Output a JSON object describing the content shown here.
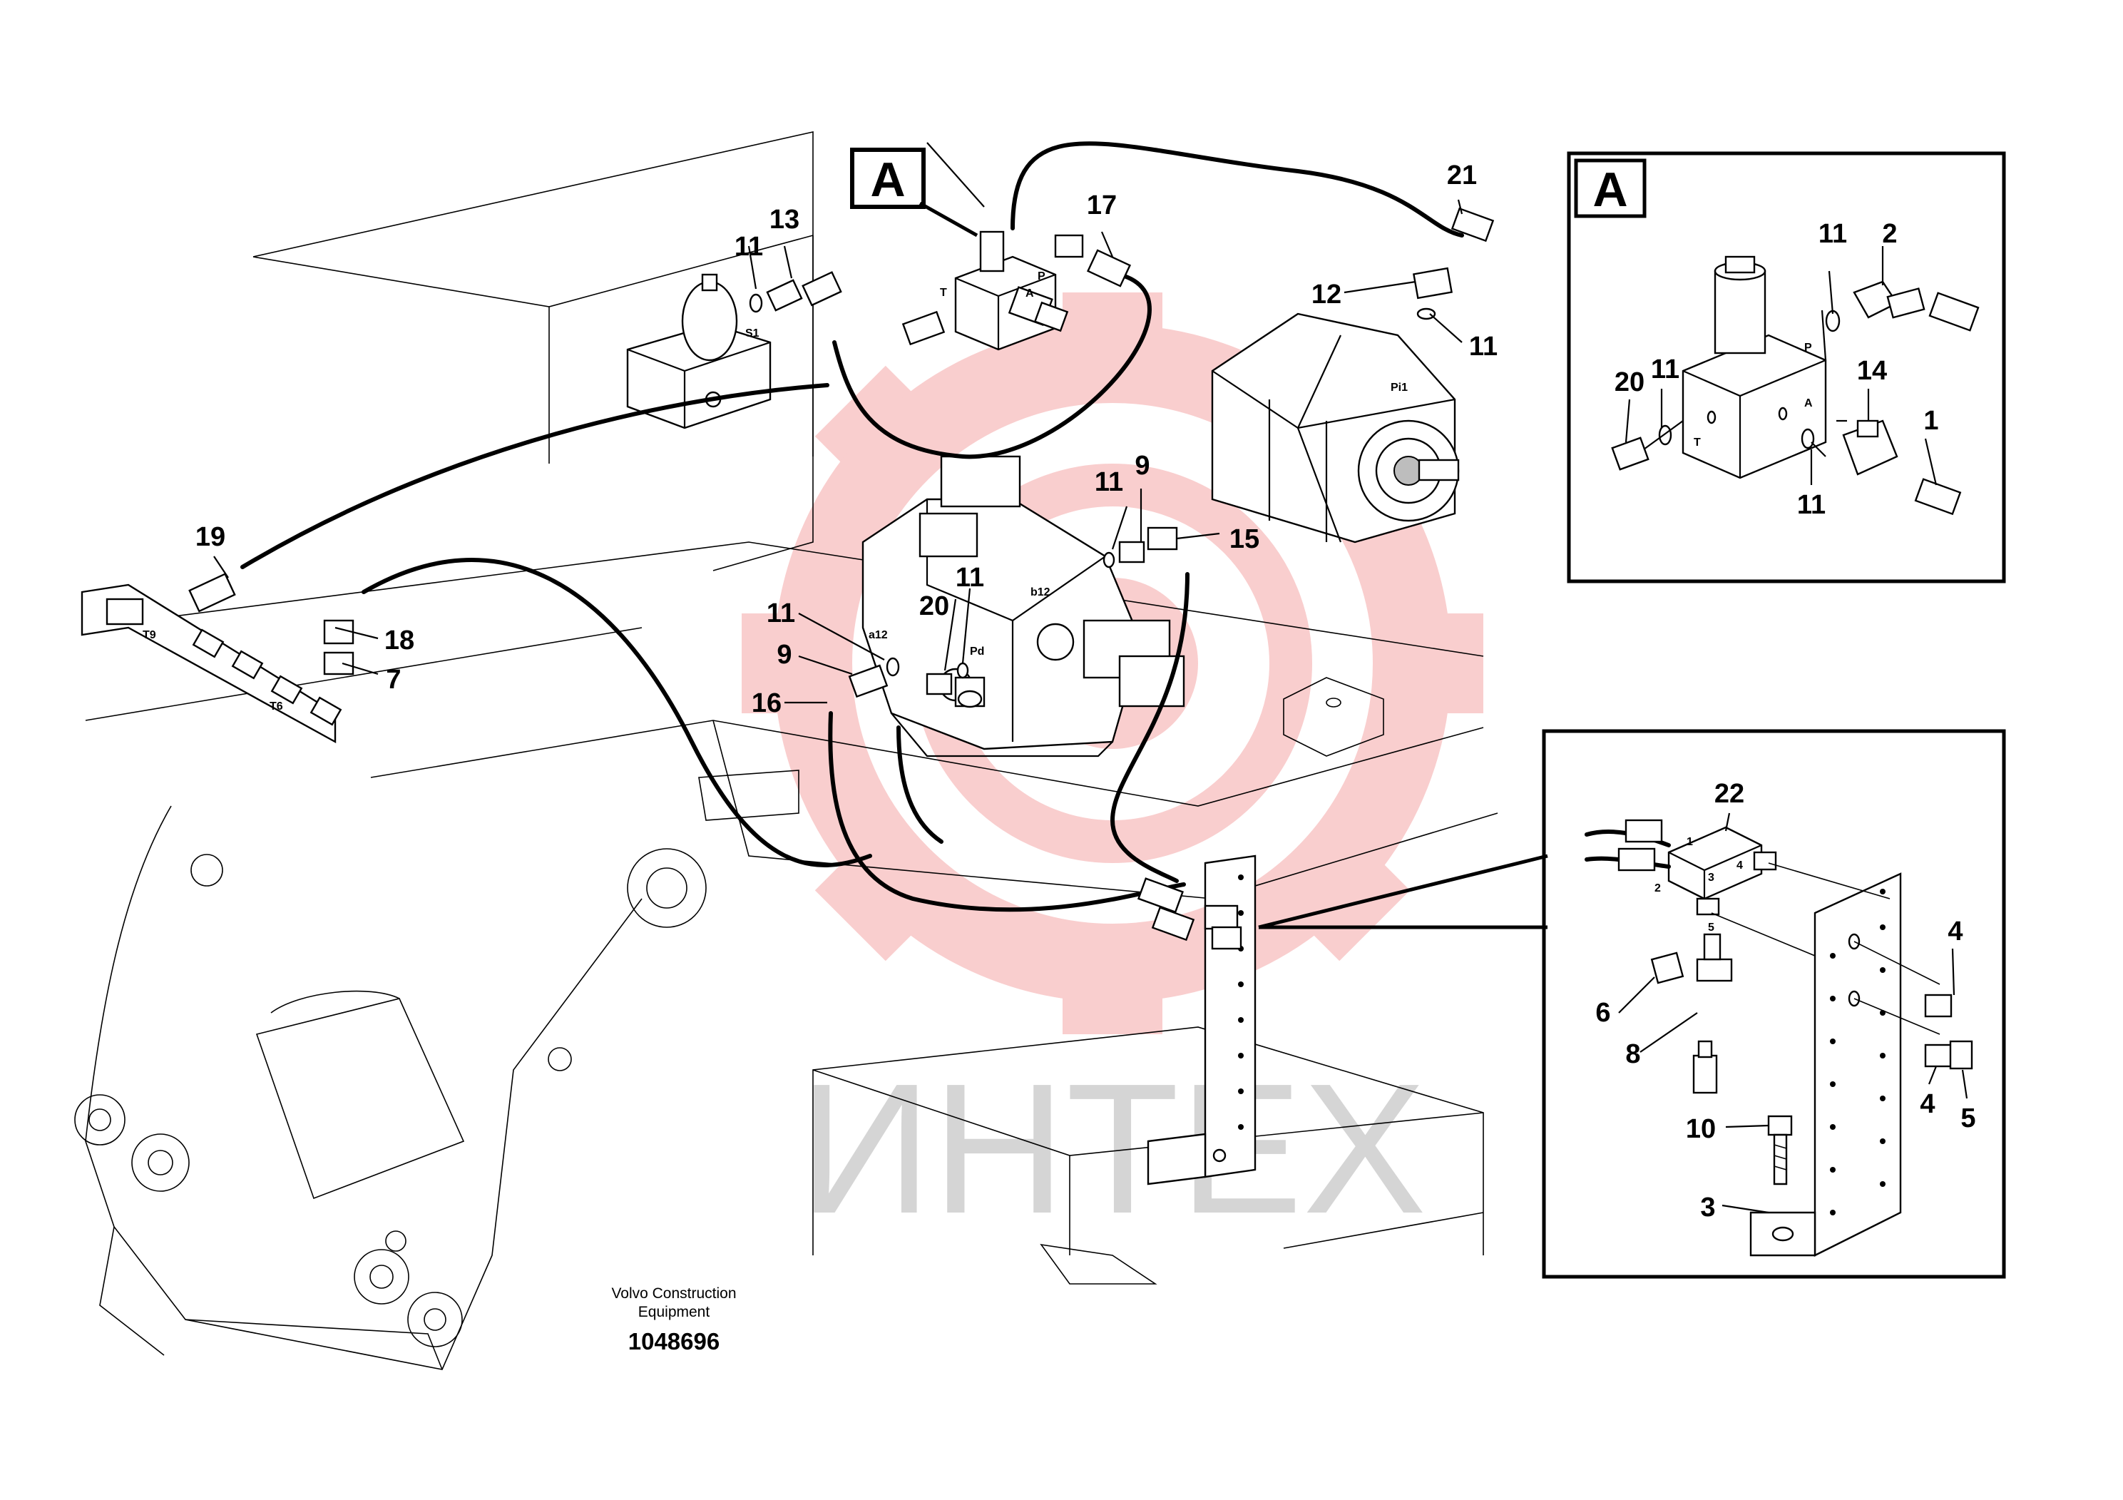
{
  "detail_badges": {
    "main": "A",
    "inset": "A"
  },
  "callouts": {
    "c21": "21",
    "c17": "17",
    "c13": "13",
    "c11a": "11",
    "c12": "12",
    "c11b": "11",
    "c19": "19",
    "c18": "18",
    "c7": "7",
    "c11c": "11",
    "c9a": "9",
    "c15": "15",
    "c11d": "11",
    "c20a": "20",
    "c11e": "11",
    "c9b": "9",
    "c16": "16",
    "i2": "2",
    "i11a": "11",
    "i20": "20",
    "i11b": "11",
    "i14": "14",
    "i1": "1",
    "i11c": "11",
    "i22": "22",
    "i4a": "4",
    "i6": "6",
    "i8": "8",
    "i4b": "4",
    "i5": "5",
    "i10": "10",
    "i3": "3"
  },
  "port_labels": {
    "S1": "S1",
    "T": "T",
    "P": "P",
    "A": "A",
    "Pi1": "Pi1",
    "b12": "b12",
    "a12": "a12",
    "Pd": "Pd",
    "T9": "T9",
    "T6": "T6",
    "inset_P": "P",
    "inset_A": "A",
    "inset_T": "T",
    "blk_1": "1",
    "blk_2": "2",
    "blk_3": "3",
    "blk_4": "4",
    "blk_5": "5"
  },
  "footer": {
    "maker_line1": "Volvo Construction",
    "maker_line2": "Equipment",
    "drawing_number": "1048696"
  },
  "watermark": {
    "text": "ИНТЕХ",
    "logo_color": "#f7b8b8",
    "text_color": "#c8c8c8"
  }
}
